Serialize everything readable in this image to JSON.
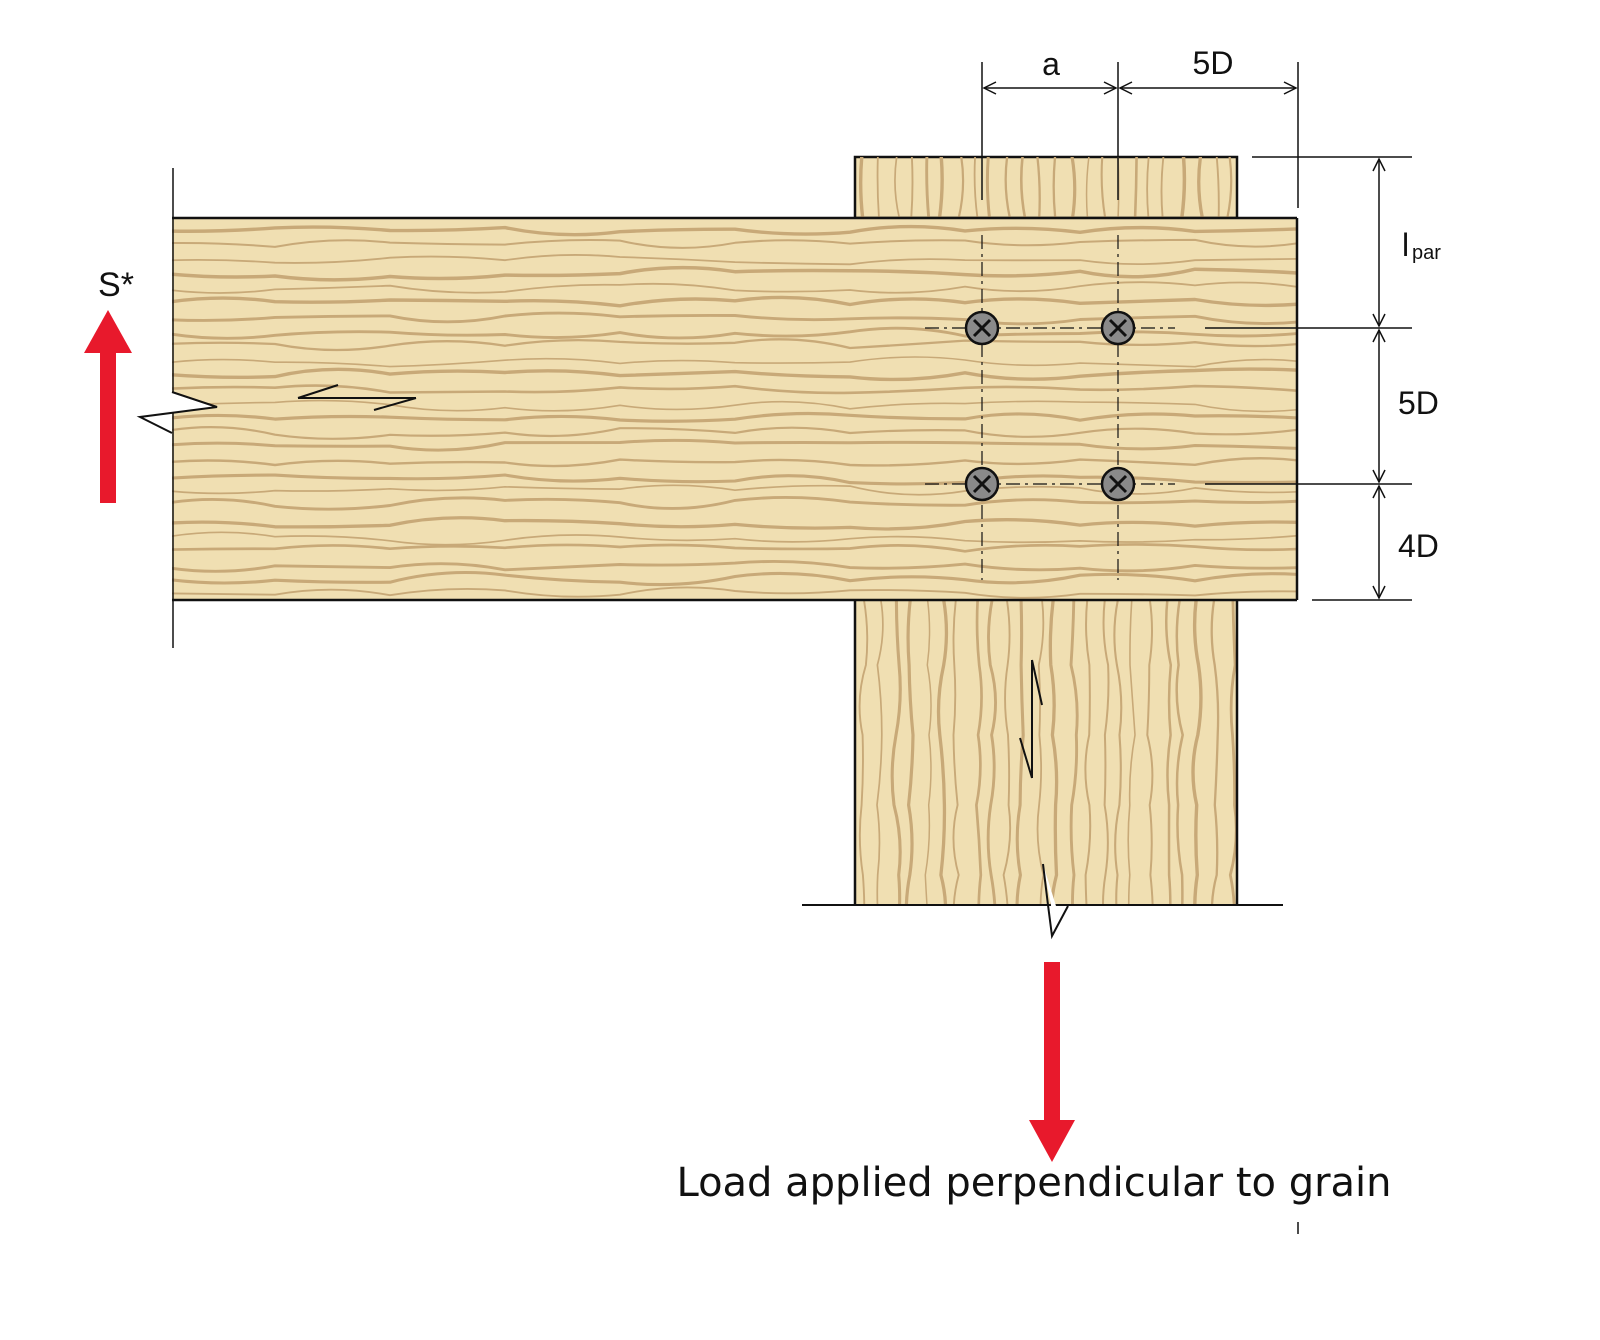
{
  "labels": {
    "load_symbol": "S*",
    "dim_a": "a",
    "dim_top_5d": "5D",
    "dim_lpar_main": "l",
    "dim_lpar_sub": "par",
    "dim_right_5d": "5D",
    "dim_right_4d": "4D",
    "caption": "Load applied perpendicular to grain"
  },
  "colors": {
    "timber": "#f0dfb2",
    "grain": "#c8a978",
    "outline": "#111111",
    "arrow": "#e8192c",
    "fastener": "#8a8a8a"
  },
  "icons": {
    "fastener": "screw-head-cross-icon",
    "break_mark": "break-line-icon",
    "load_arrow": "arrow-icon"
  }
}
